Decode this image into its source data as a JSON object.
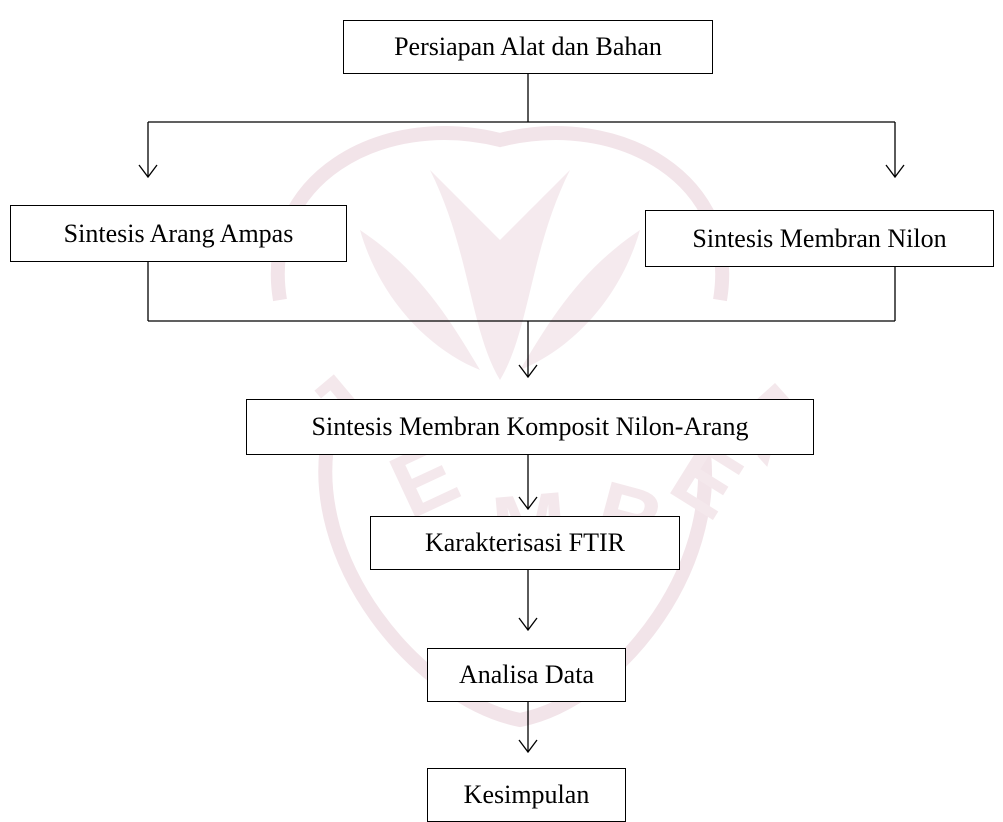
{
  "diagram": {
    "nodes": {
      "persiapan": "Persiapan Alat dan Bahan",
      "arang": "Sintesis Arang Ampas",
      "nilon": "Sintesis Membran Nilon",
      "komposit": "Sintesis Membran Komposit Nilon-Arang",
      "ftir": "Karakterisasi FTIR",
      "analisa": "Analisa Data",
      "kesimpulan": "Kesimpulan"
    },
    "edges": [
      [
        "persiapan",
        "arang"
      ],
      [
        "persiapan",
        "nilon"
      ],
      [
        "arang",
        "komposit"
      ],
      [
        "nilon",
        "komposit"
      ],
      [
        "komposit",
        "ftir"
      ],
      [
        "ftir",
        "analisa"
      ],
      [
        "analisa",
        "kesimpulan"
      ]
    ],
    "watermark_color": "#f3e6ea",
    "line_color": "#000000"
  }
}
